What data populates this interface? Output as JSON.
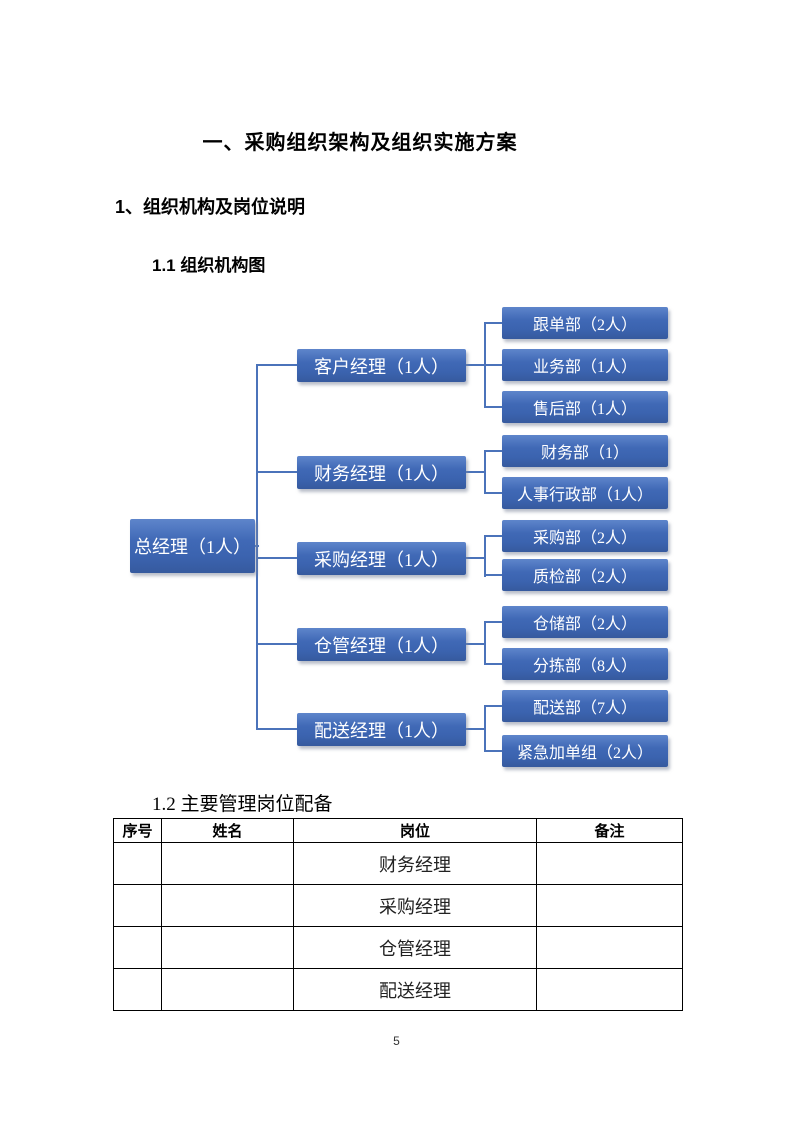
{
  "doc": {
    "title": "一、采购组织架构及组织实施方案",
    "heading_1": "1、组织机构及岗位说明",
    "heading_1_1": "1.1 组织机构图",
    "heading_1_2": "1.2 主要管理岗位配备",
    "page_number": "5"
  },
  "org_chart": {
    "accent_color": "#3b63af",
    "connector_color": "#4b73ba",
    "root": "总经理（1人）",
    "managers": [
      "客户经理（1人）",
      "财务经理（1人）",
      "采购经理（1人）",
      "仓管经理（1人）",
      "配送经理（1人）"
    ],
    "departments": [
      "跟单部（2人）",
      "业务部（1人）",
      "售后部（1人）",
      "财务部（1）",
      "人事行政部（1人）",
      "采购部（2人）",
      "质检部（2人）",
      "仓储部（2人）",
      "分拣部（8人）",
      "配送部（7人）",
      "紧急加单组（2人）"
    ]
  },
  "table": {
    "headers": [
      "序号",
      "姓名",
      "岗位",
      "备注"
    ],
    "rows": [
      {
        "seq": "",
        "name": "",
        "position": "财务经理",
        "note": ""
      },
      {
        "seq": "",
        "name": "",
        "position": "采购经理",
        "note": ""
      },
      {
        "seq": "",
        "name": "",
        "position": "仓管经理",
        "note": ""
      },
      {
        "seq": "",
        "name": "",
        "position": "配送经理",
        "note": ""
      }
    ]
  }
}
